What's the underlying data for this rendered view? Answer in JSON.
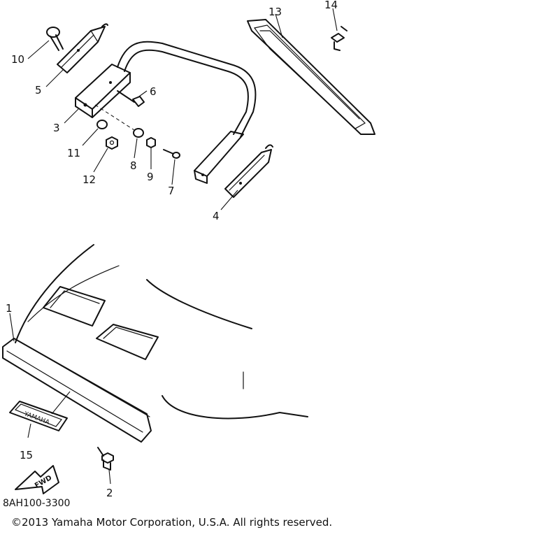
{
  "diagram": {
    "drawing_code": "8AH100-3300",
    "copyright": "©2013 Yamaha Motor Corporation, U.S.A. All rights reserved.",
    "callouts": {
      "c1": "1",
      "c2": "2",
      "c3": "3",
      "c4": "4",
      "c5": "5",
      "c6": "6",
      "c7": "7",
      "c8": "8",
      "c9": "9",
      "c10": "10",
      "c11": "11",
      "c12": "12",
      "c13": "13",
      "c14": "14",
      "c15": "15"
    },
    "fwd_arrow_label": "FWD",
    "emblem_label": "YAMAHA"
  }
}
